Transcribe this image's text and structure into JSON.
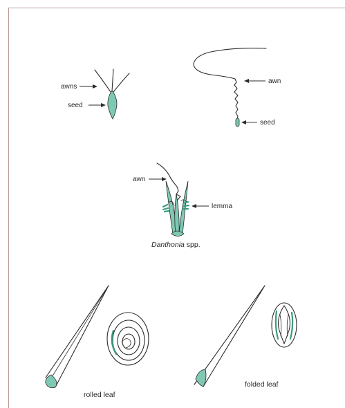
{
  "colors": {
    "frame": "#b89a9a",
    "ink": "#2b2b2b",
    "green_light": "#7fc9b4",
    "green_dark": "#3a9a82"
  },
  "labels": {
    "awns": "awns",
    "seed_left": "seed",
    "awn_right": "awn",
    "seed_right": "seed",
    "awn_center": "awn",
    "lemma": "lemma",
    "danthonia_genus": "Danthonia",
    "danthonia_suffix": " spp.",
    "rolled_leaf": "rolled leaf",
    "folded_leaf": "folded leaf"
  }
}
